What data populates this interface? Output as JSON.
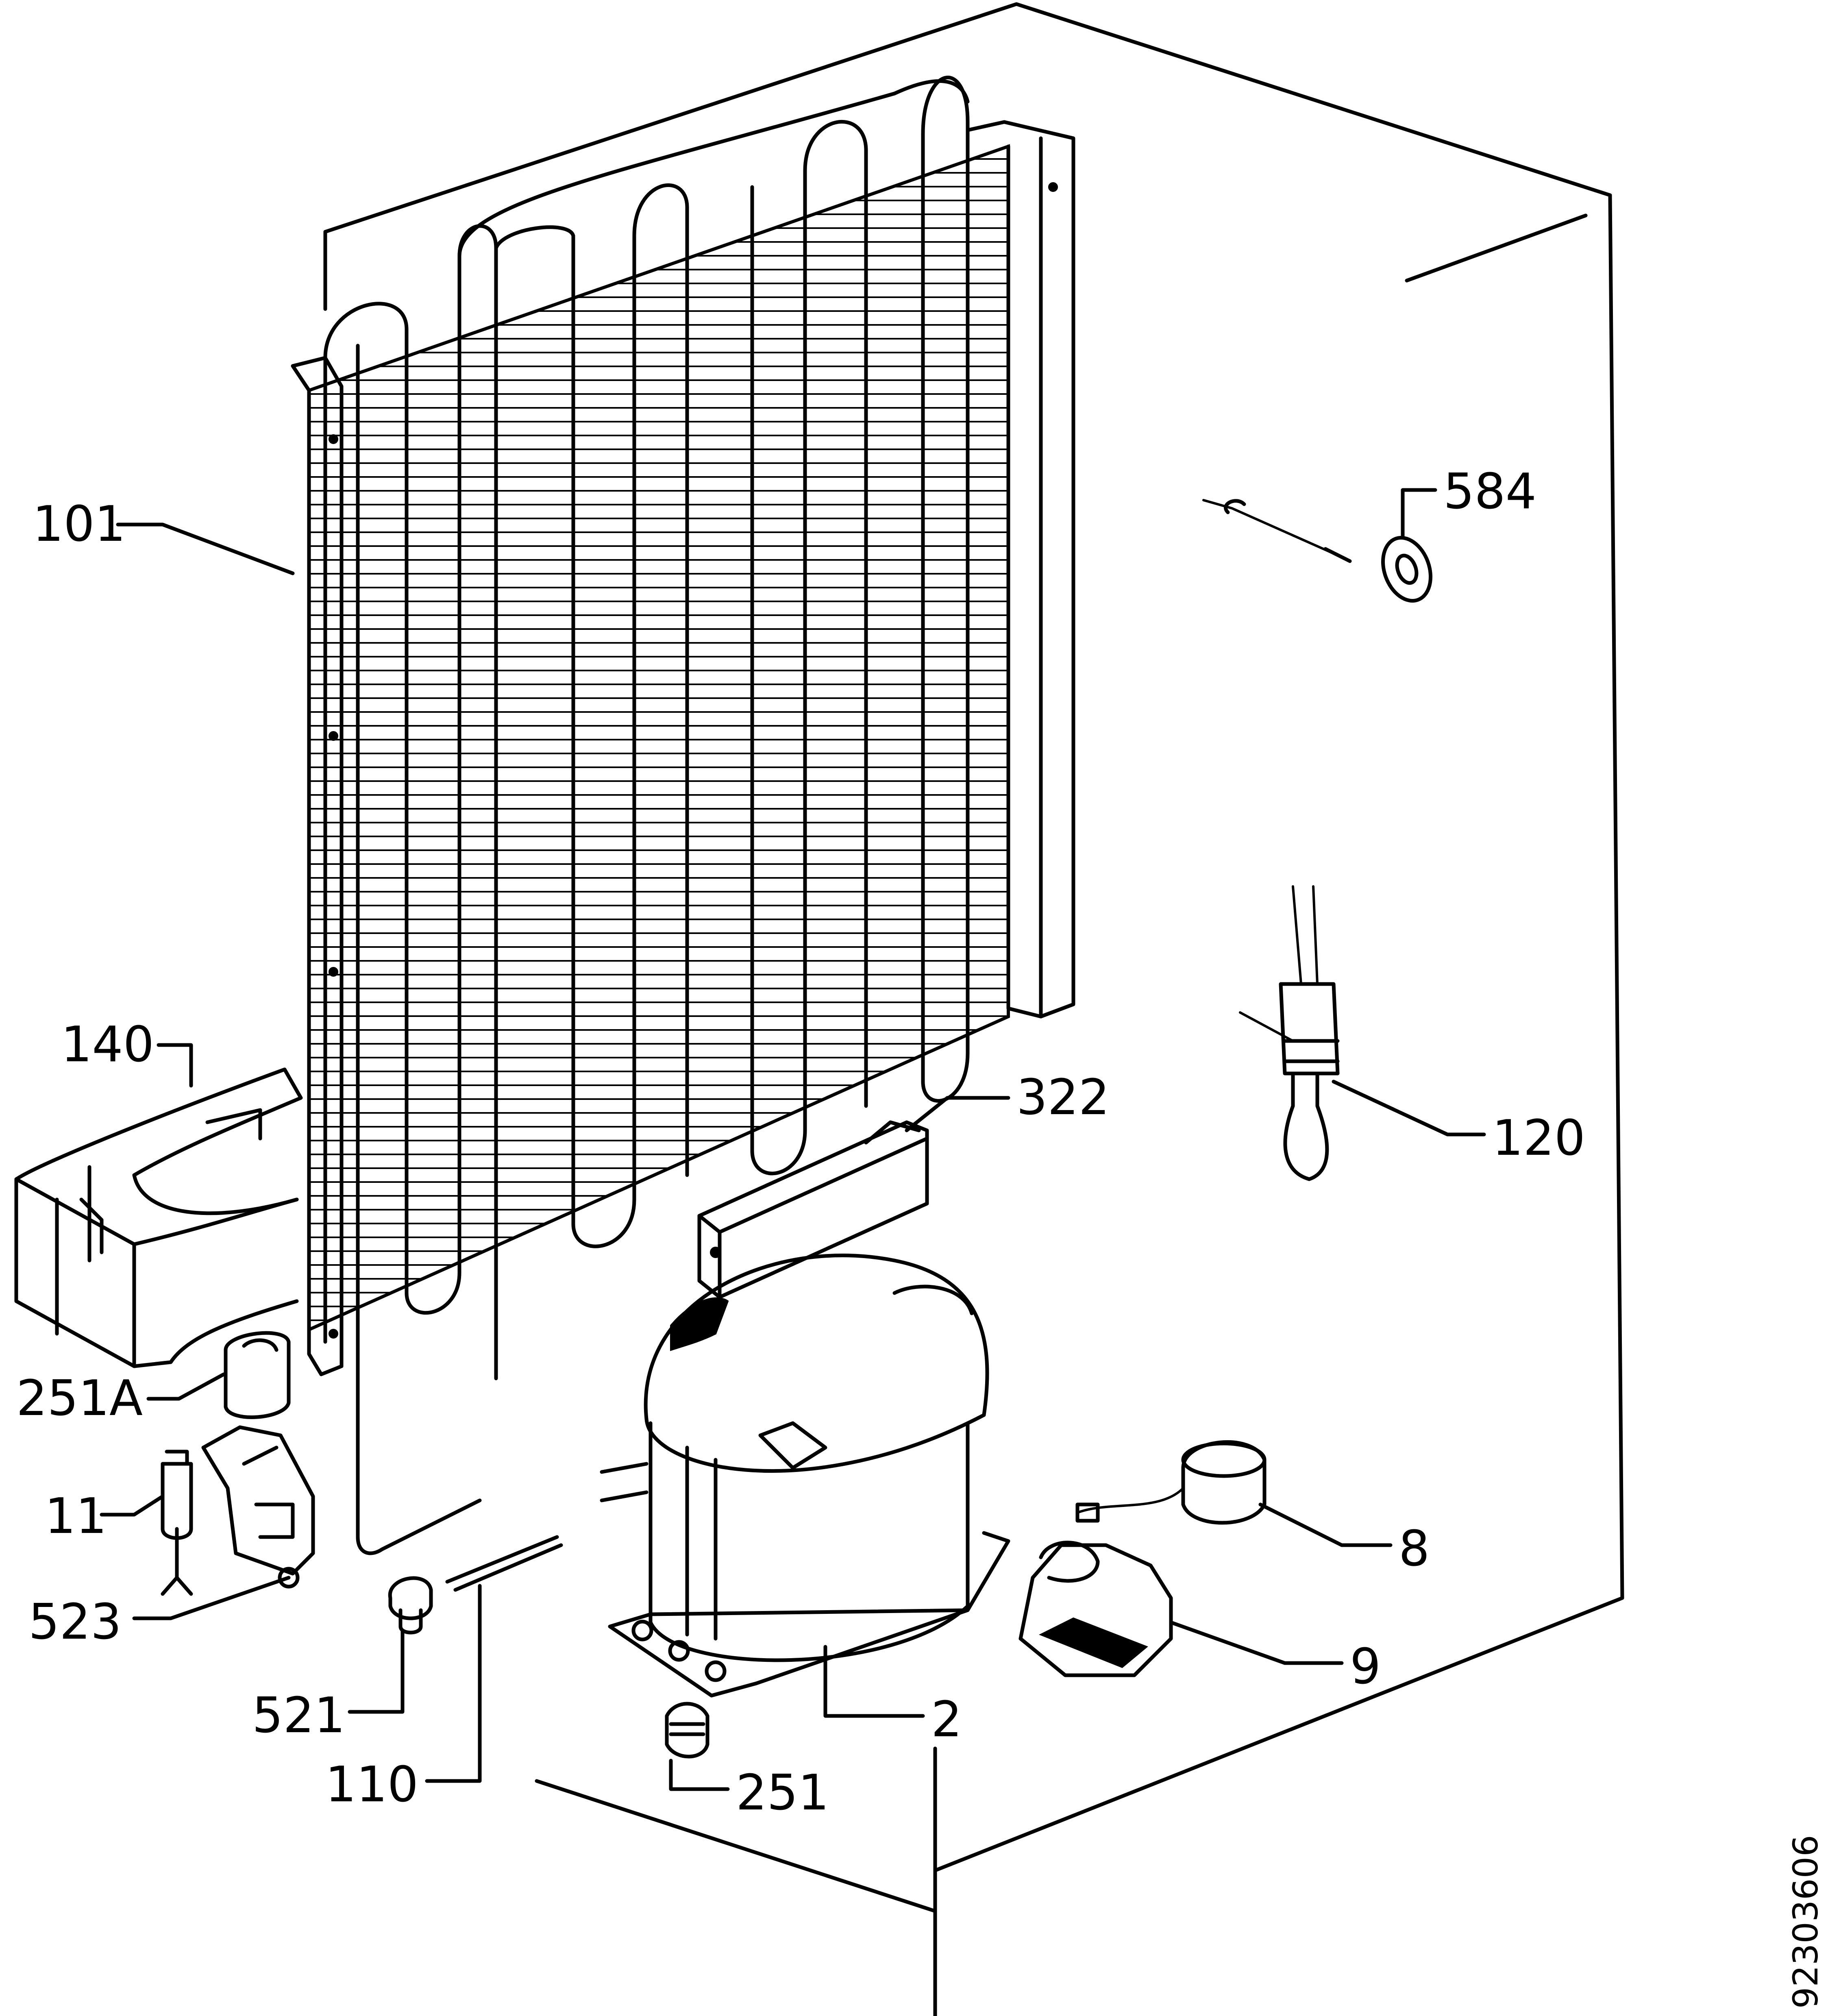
{
  "labels": {
    "p101": "101",
    "p584": "584",
    "p140": "140",
    "p322": "322",
    "p120": "120",
    "p251A": "251A",
    "p11": "11",
    "p523": "523",
    "p8": "8",
    "p9": "9",
    "p521": "521",
    "p110": "110",
    "p2": "2",
    "p251": "251"
  },
  "document_number": "92303606"
}
